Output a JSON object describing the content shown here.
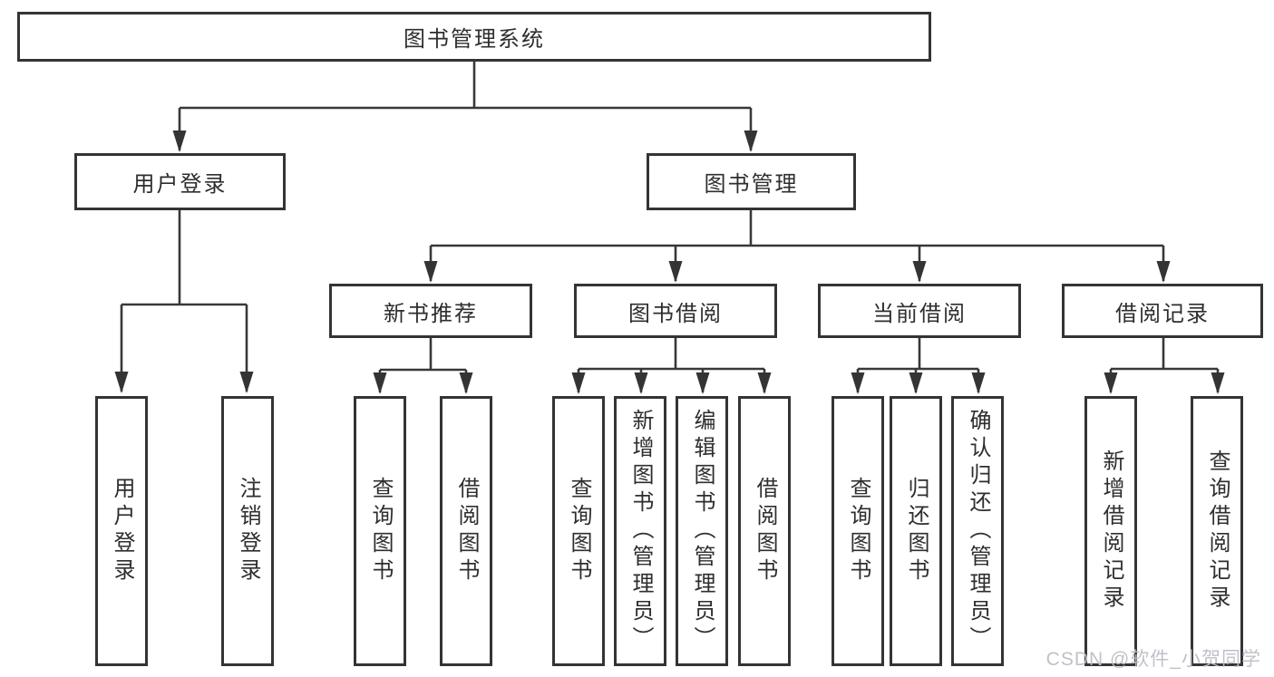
{
  "diagram": {
    "root": {
      "label": "图书管理系统"
    },
    "branches": [
      {
        "label": "用户登录",
        "children": [
          {
            "label": "用户登录"
          },
          {
            "label": "注销登录"
          }
        ]
      },
      {
        "label": "图书管理",
        "children": [
          {
            "label": "新书推荐",
            "children": [
              {
                "label": "查询图书"
              },
              {
                "label": "借阅图书"
              }
            ]
          },
          {
            "label": "图书借阅",
            "children": [
              {
                "label": "查询图书"
              },
              {
                "label": "新增图书（管理员）"
              },
              {
                "label": "编辑图书（管理员）"
              },
              {
                "label": "借阅图书"
              }
            ]
          },
          {
            "label": "当前借阅",
            "children": [
              {
                "label": "查询图书"
              },
              {
                "label": "归还图书"
              },
              {
                "label": "确认归还（管理员）"
              }
            ]
          },
          {
            "label": "借阅记录",
            "children": [
              {
                "label": "新增借阅记录"
              },
              {
                "label": "查询借阅记录"
              }
            ]
          }
        ]
      }
    ]
  },
  "watermark": {
    "text": "CSDN @软件_小贺同学",
    "color": "#babfc5"
  },
  "colors": {
    "line": "#383838",
    "border": "#343434",
    "text": "#2e2e2e",
    "background": "#ffffff"
  }
}
